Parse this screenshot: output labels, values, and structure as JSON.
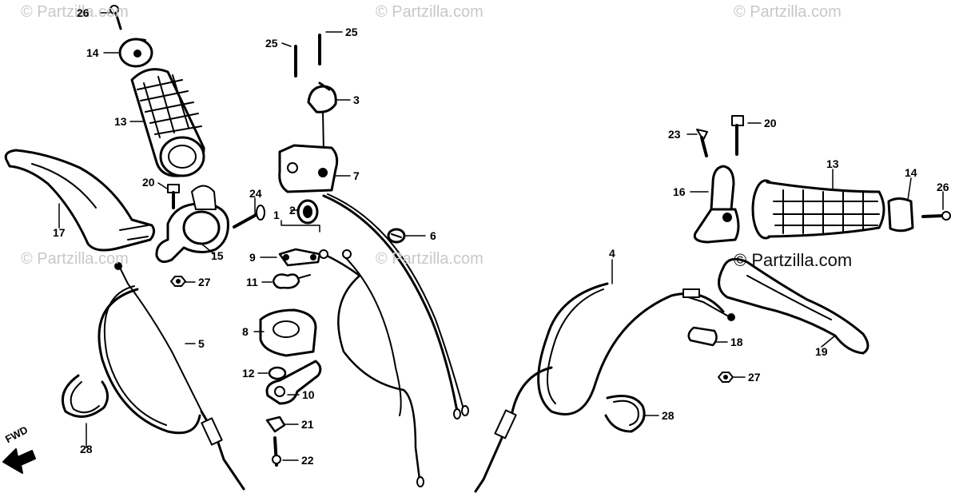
{
  "watermark": {
    "text": "© Partzilla.com"
  },
  "direction_label": "FWD",
  "callouts": {
    "c1": "1",
    "c2": "2",
    "c3": "3",
    "c4": "4",
    "c5": "5",
    "c6": "6",
    "c7": "7",
    "c8": "8",
    "c9": "9",
    "c10": "10",
    "c11": "11",
    "c12": "12",
    "c13": "13",
    "c14": "14",
    "c15": "15",
    "c16": "16",
    "c17": "17",
    "c18": "18",
    "c19": "19",
    "c20": "20",
    "c21": "21",
    "c22": "22",
    "c23": "23",
    "c24": "24",
    "c25": "25",
    "c26": "26",
    "c27": "27",
    "c28": "28"
  }
}
